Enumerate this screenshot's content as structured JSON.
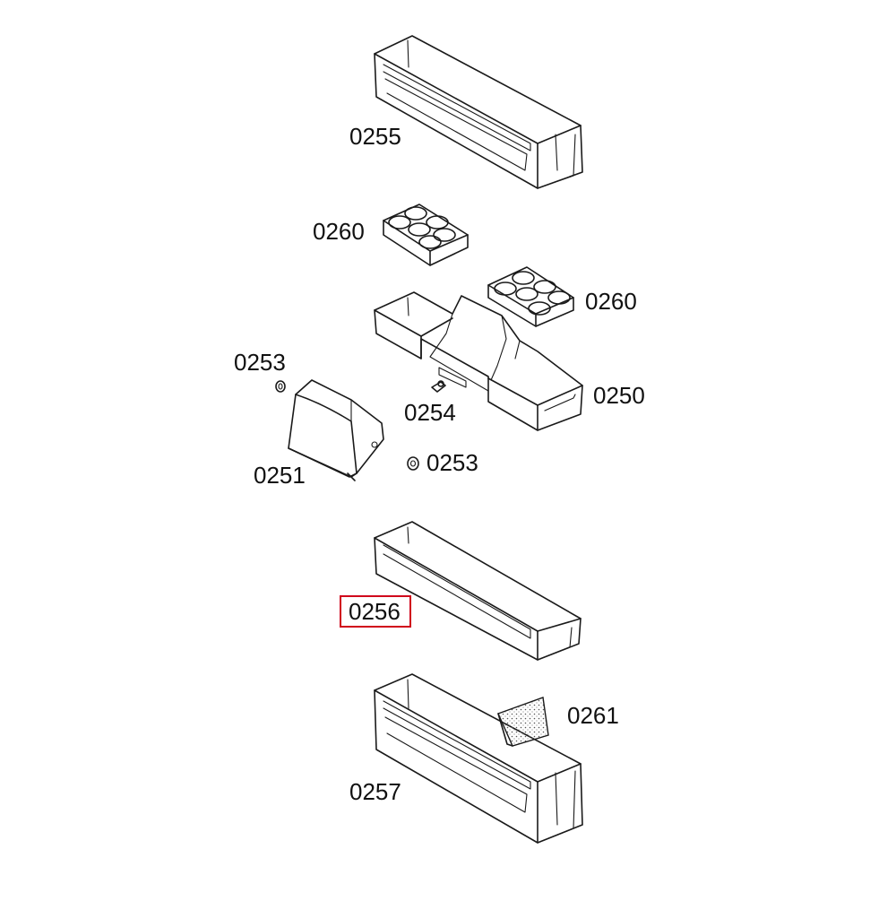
{
  "diagram": {
    "highlight_color": "#d0021b",
    "highlighted_label": "0256",
    "labels": {
      "p0255": "0255",
      "p0260_top": "0260",
      "p0260_right": "0260",
      "p0253_top": "0253",
      "p0254": "0254",
      "p0250": "0250",
      "p0253_bottom": "0253",
      "p0251": "0251",
      "p0256": "0256",
      "p0261": "0261",
      "p0257": "0257"
    }
  }
}
